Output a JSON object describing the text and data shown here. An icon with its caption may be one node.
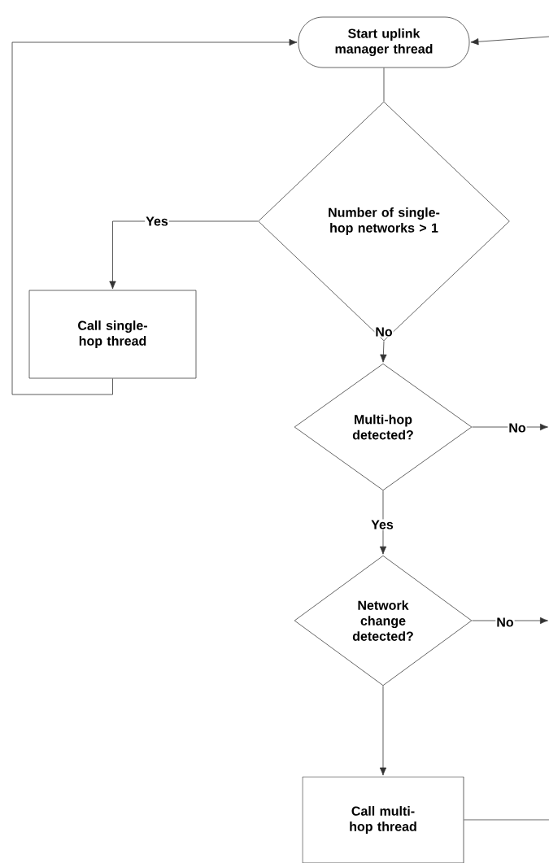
{
  "diagram": {
    "nodes": [
      {
        "text": [
          "Start uplink manager thread"
        ]
      },
      {
        "text": [
          "Number of single-hop networks > 1"
        ]
      },
      {
        "text": [
          "Call  single-hop thread"
        ]
      },
      {
        "text": [
          "Multi-hop detected?"
        ]
      },
      {
        "text": [
          "Network change detected?"
        ]
      },
      {
        "text": [
          "Call multi-hop thread"
        ]
      }
    ],
    "edges": [
      {
        "from": 0,
        "to": 1,
        "arrow": "none"
      },
      {
        "from": 1,
        "to": 2,
        "arrow": "to",
        "label": "Yes"
      },
      {
        "from": 1,
        "to": 3,
        "arrow": "to",
        "label": "No"
      },
      {
        "from": 2,
        "to": 0,
        "arrow": "to"
      },
      {
        "from": 3,
        "to": null,
        "arrow": "to",
        "label": "No"
      },
      {
        "from": 3,
        "to": 4,
        "arrow": "to",
        "label": "Yes"
      },
      {
        "from": 4,
        "to": null,
        "arrow": "to",
        "label": "No"
      },
      {
        "from": 4,
        "to": 5,
        "arrow": "to"
      },
      {
        "from": 5,
        "to": null,
        "arrow": "none"
      },
      {
        "from": null,
        "to": 0,
        "arrow": "to"
      }
    ]
  }
}
